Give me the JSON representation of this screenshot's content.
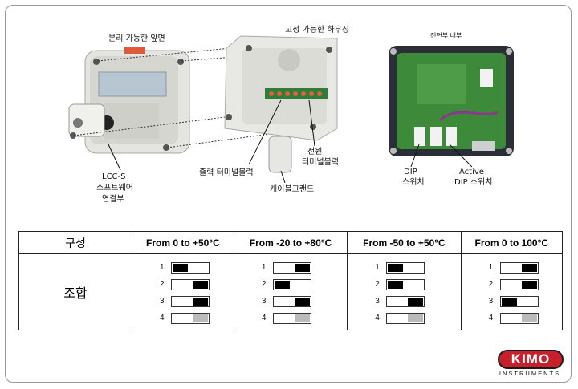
{
  "labels": {
    "front_detachable": "분리 가능한 앞면",
    "fixed_housing": "고정 가능한 하우징",
    "front_inside": "전면부 내부",
    "lcc_line1": "LCC-S",
    "lcc_line2": "소프트웨어",
    "lcc_line3": "연결부",
    "output_terminal": "출력 터미널블럭",
    "power_line1": "전원",
    "power_line2": "터미널블럭",
    "cable_gland": "케이블그랜드",
    "dip_line1": "DIP",
    "dip_line2": "스위치",
    "active_line1": "Active",
    "active_line2": "DIP 스위치"
  },
  "table": {
    "header_first": "구성",
    "row_label": "조합",
    "switch_numbers": [
      "1",
      "2",
      "3",
      "4"
    ],
    "columns": [
      {
        "title": "From 0 to +50°C",
        "switches": [
          "left",
          "right",
          "right",
          "grey-right"
        ]
      },
      {
        "title": "From -20 to +80°C",
        "switches": [
          "right",
          "left",
          "right",
          "grey-right"
        ]
      },
      {
        "title": "From -50 to +50°C",
        "switches": [
          "left",
          "left",
          "right",
          "grey-right"
        ]
      },
      {
        "title": "From 0 to 100°C",
        "switches": [
          "right",
          "right",
          "left",
          "grey-right"
        ]
      }
    ]
  },
  "logo": {
    "name": "KIMO",
    "sub": "INSTRUMENTS"
  },
  "colors": {
    "logo_red": "#c8202b",
    "board_green": "#3d8a3a",
    "terminal_green": "#2f7d3a"
  }
}
